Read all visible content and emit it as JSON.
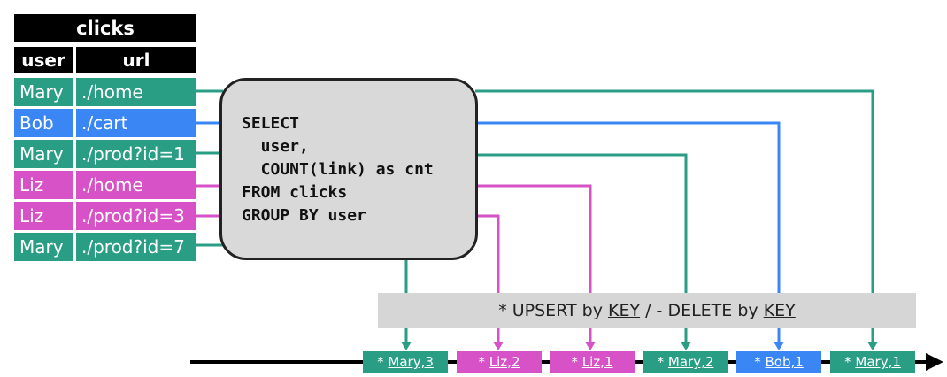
{
  "colors": {
    "teal": "#2a9d85",
    "blue": "#3a86f5",
    "magenta": "#d652c6",
    "black": "#000000",
    "gray": "#d6d6d6"
  },
  "table": {
    "title": "clicks",
    "headers": [
      "user",
      "url"
    ],
    "rows": [
      {
        "user": "Mary",
        "url": "./home",
        "color": "teal"
      },
      {
        "user": "Bob",
        "url": "./cart",
        "color": "blue"
      },
      {
        "user": "Mary",
        "url": "./prod?id=1",
        "color": "teal"
      },
      {
        "user": "Liz",
        "url": "./home",
        "color": "magenta"
      },
      {
        "user": "Liz",
        "url": "./prod?id=3",
        "color": "magenta"
      },
      {
        "user": "Mary",
        "url": "./prod?id=7",
        "color": "teal"
      }
    ]
  },
  "query": {
    "lines": [
      "SELECT",
      "  user,",
      "  COUNT(link) as cnt",
      "FROM clicks",
      "GROUP BY user"
    ]
  },
  "band": {
    "prefix": "* UPSERT by ",
    "key1": "KEY",
    "middle": " / - DELETE by ",
    "key2": "KEY"
  },
  "stream": [
    {
      "prefix": "* ",
      "label": "Mary,3",
      "color": "teal"
    },
    {
      "prefix": "* ",
      "label": "Liz,2",
      "color": "magenta"
    },
    {
      "prefix": "* ",
      "label": "Liz,1",
      "color": "magenta"
    },
    {
      "prefix": "* ",
      "label": "Mary,2",
      "color": "teal"
    },
    {
      "prefix": "* ",
      "label": "Bob,1",
      "color": "blue"
    },
    {
      "prefix": "* ",
      "label": "Mary,1",
      "color": "teal"
    }
  ]
}
